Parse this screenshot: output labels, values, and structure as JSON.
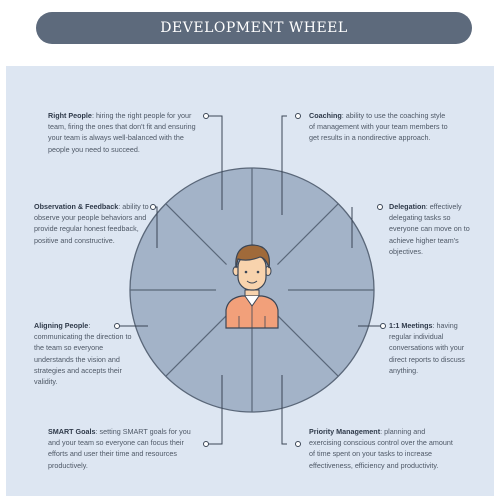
{
  "title": "DEVELOPMENT WHEEL",
  "colors": {
    "title_bar": "#5d6a7c",
    "panel_bg": "#dde6f2",
    "wheel_fill": "#a3b3c8",
    "wheel_stroke": "#5a6779",
    "shirt": "#f2a07a",
    "hair": "#a06a3a",
    "skin": "#f8d3ad"
  },
  "segments": [
    {
      "key": "right_people",
      "name": "Right People",
      "description": "hiring the right people for your team, firing the ones that don't fit and ensuring your team is always well-balanced with the people you need to succeed."
    },
    {
      "key": "coaching",
      "name": "Coaching",
      "description": "ability to use the coaching style of management with your team members to get results in a nondirective approach."
    },
    {
      "key": "observation",
      "name": "Observation & Feedback",
      "description": "ability to observe your people behaviors and provide regular honest feedback, positive and constructive."
    },
    {
      "key": "delegation",
      "name": "Delegation",
      "description": "effectively delegating tasks so everyone can move on to achieve higher team's objectives."
    },
    {
      "key": "aligning",
      "name": "Aligning People",
      "description": "communicating the direction to the team so everyone understands the vision and strategies and accepts their validity."
    },
    {
      "key": "meetings",
      "name": "1:1 Meetings",
      "description": "having regular individual conversations with your direct reports to discuss anything."
    },
    {
      "key": "smart",
      "name": "SMART Goals",
      "description": "setting SMART goals for you and your team so everyone can focus their efforts and user their time and resources productively."
    },
    {
      "key": "priority",
      "name": "Priority Management",
      "description": "planning and exercising conscious control over the amount of time spent on your tasks to increase effectiveness, efficiency and productivity."
    }
  ]
}
